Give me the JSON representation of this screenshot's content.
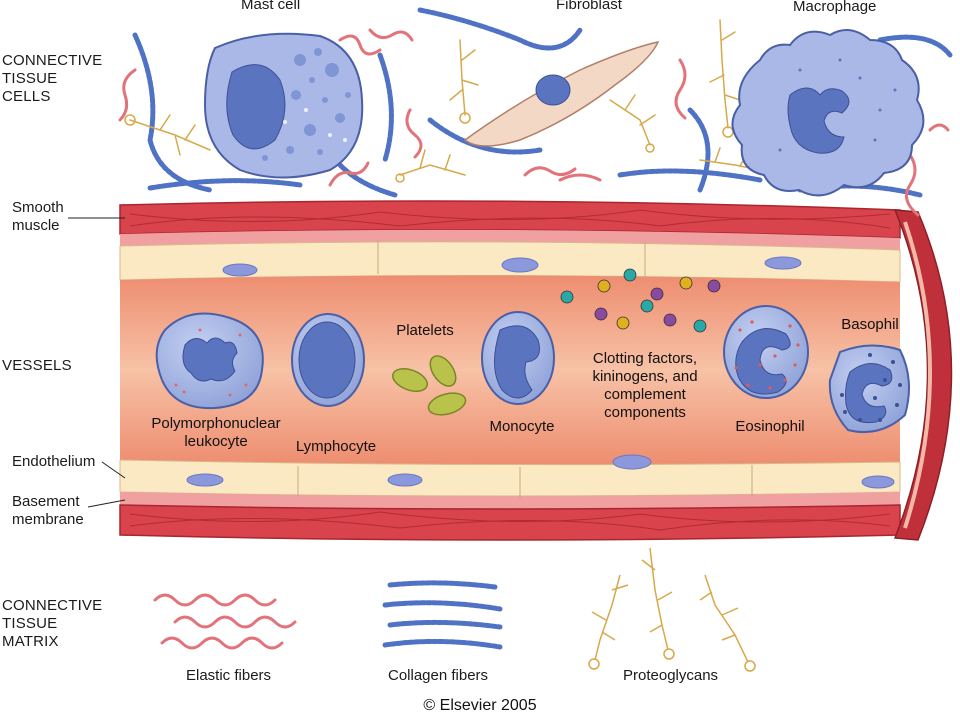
{
  "sections": {
    "cells": [
      "CONNECTIVE",
      "TISSUE",
      "CELLS"
    ],
    "vessels": [
      "VESSELS"
    ],
    "matrix": [
      "CONNECTIVE",
      "TISSUE",
      "MATRIX"
    ]
  },
  "top_labels": {
    "mast_cell": "Mast cell",
    "fibroblast": "Fibroblast",
    "macrophage": "Macrophage"
  },
  "vessel_layers": {
    "smooth_muscle": [
      "Smooth",
      "muscle"
    ],
    "endothelium": "Endothelium",
    "basement_membrane": [
      "Basement",
      "membrane"
    ]
  },
  "vessel_contents": {
    "pmn": [
      "Polymorphonuclear",
      "leukocyte"
    ],
    "lymphocyte": "Lymphocyte",
    "platelets": "Platelets",
    "monocyte": "Monocyte",
    "clotting": [
      "Clotting factors,",
      "kininogens, and",
      "complement",
      "components"
    ],
    "eosinophil": "Eosinophil",
    "basophil": "Basophil"
  },
  "matrix_labels": {
    "elastic": "Elastic fibers",
    "collagen": "Collagen fibers",
    "proteoglycans": "Proteoglycans"
  },
  "copyright": "© Elsevier 2005",
  "colors": {
    "muscle": "#d9434c",
    "muscle_dark": "#a8262f",
    "lumen": "#f2a486",
    "endothelium": "#fbe9c4",
    "cell_blue": "#a9b8e6",
    "nucleus": "#5b74c0",
    "elastic": "#e2737a",
    "collagen": "#4f72c4",
    "proteoglycan": "#d6a94a",
    "platelet": "#b9c24a"
  }
}
